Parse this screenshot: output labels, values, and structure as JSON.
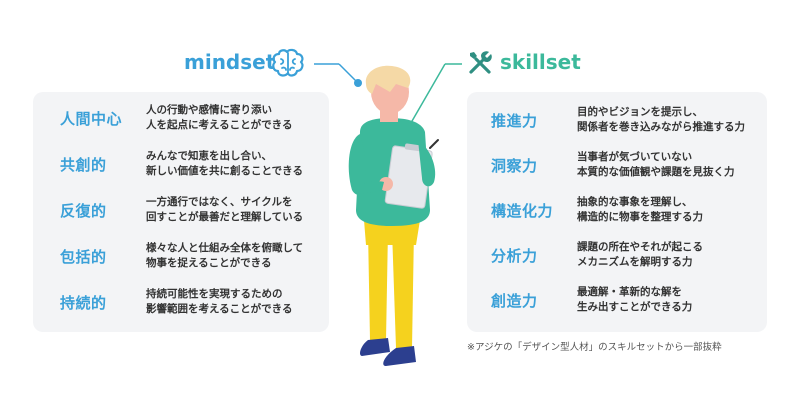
{
  "mindset": {
    "title": "mindset",
    "icon": "brain-icon",
    "color": "#3aa0d8",
    "items": [
      {
        "term": "人間中心",
        "lines": [
          "人の行動や感情に寄り添い",
          "人を起点に考えることができる"
        ]
      },
      {
        "term": "共創的",
        "lines": [
          "みんなで知恵を出し合い、",
          "新しい価値を共に創ることできる"
        ]
      },
      {
        "term": "反復的",
        "lines": [
          "一方通行ではなく、サイクルを",
          "回すことが最善だと理解している"
        ]
      },
      {
        "term": "包括的",
        "lines": [
          "様々な人と仕組み全体を俯瞰して",
          "物事を捉えることができる"
        ]
      },
      {
        "term": "持続的",
        "lines": [
          "持続可能性を実現するための",
          "影響範囲を考えることができる"
        ]
      }
    ]
  },
  "skillset": {
    "title": "skillset",
    "icon": "tools-icon",
    "color": "#3cb99b",
    "items": [
      {
        "term": "推進力",
        "lines": [
          "目的やビジョンを提示し、",
          "関係者を巻き込みながら推進する力"
        ]
      },
      {
        "term": "洞察力",
        "lines": [
          "当事者が気づいていない",
          "本質的な価値観や課題を見抜く力"
        ]
      },
      {
        "term": "構造化力",
        "lines": [
          "抽象的な事象を理解し、",
          "構造的に物事を整理する力"
        ]
      },
      {
        "term": "分析力",
        "lines": [
          "課題の所在やそれが起こる",
          "メカニズムを解明する力"
        ]
      },
      {
        "term": "創造力",
        "lines": [
          "最適解・革新的な解を",
          "生み出すことができる力"
        ]
      }
    ]
  },
  "note": "※アジケの「デザイン型人材」のスキルセットから一部抜粋",
  "colors": {
    "panel": "#f3f4f6",
    "shirt": "#3cb99b",
    "pants": "#f5d21e",
    "hair": "#f5d9a6",
    "skin": "#f5b8a8",
    "shoes": "#2c3f8f",
    "clipboard": "#e7e9ed"
  }
}
